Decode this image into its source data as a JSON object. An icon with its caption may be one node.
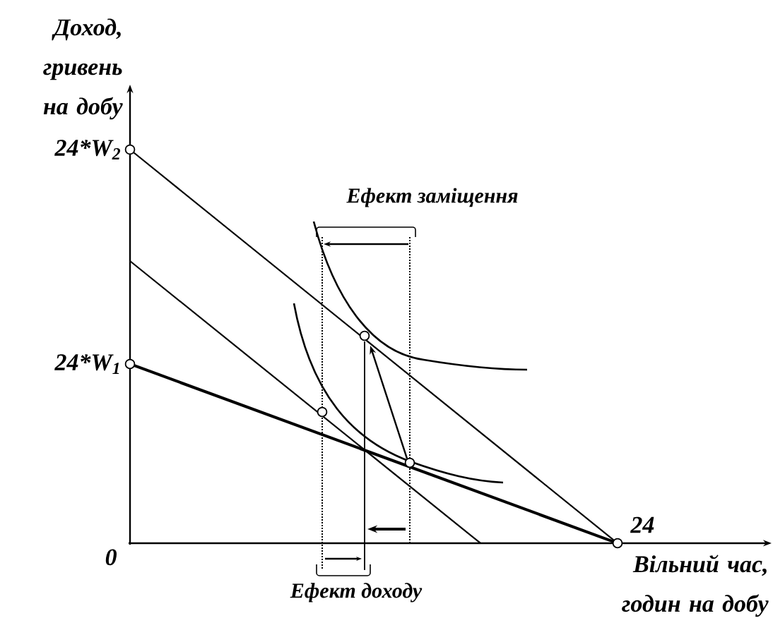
{
  "diagram": {
    "labels": [
      "Доход, гривень на добу",
      "24*W$_{2}$",
      "24*W$_{1}$",
      "Ефект заміщення",
      "0",
      "24",
      "Ефект доходу",
      "Вільний час, годин на добу"
    ]
  }
}
